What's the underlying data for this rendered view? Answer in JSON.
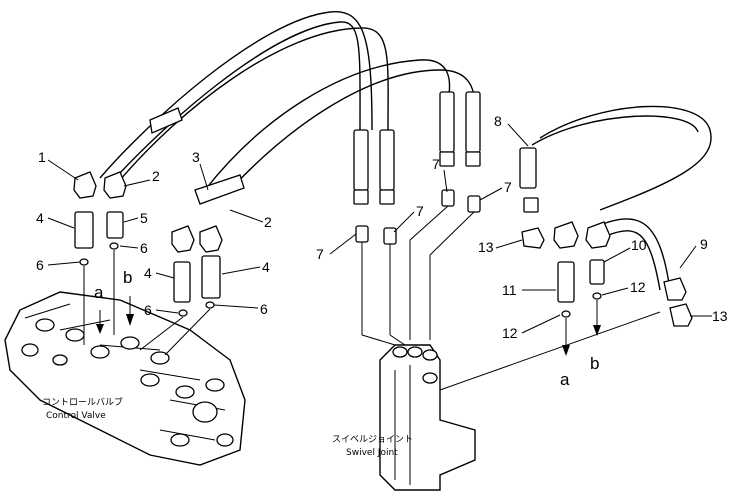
{
  "callouts": [
    "1",
    "2",
    "3",
    "2",
    "4",
    "5",
    "6",
    "6",
    "4",
    "4",
    "6",
    "6",
    "7",
    "7",
    "7",
    "7",
    "8",
    "13",
    "10",
    "9",
    "11",
    "12",
    "12",
    "13"
  ],
  "flow_marks": [
    "a",
    "b",
    "a",
    "b"
  ],
  "control_valve": {
    "label_jp": "コントロールバルブ",
    "label_en": "Control Valve"
  },
  "swivel_joint": {
    "label_jp": "スイベルジョイント",
    "label_en": "Swivel Joint"
  }
}
